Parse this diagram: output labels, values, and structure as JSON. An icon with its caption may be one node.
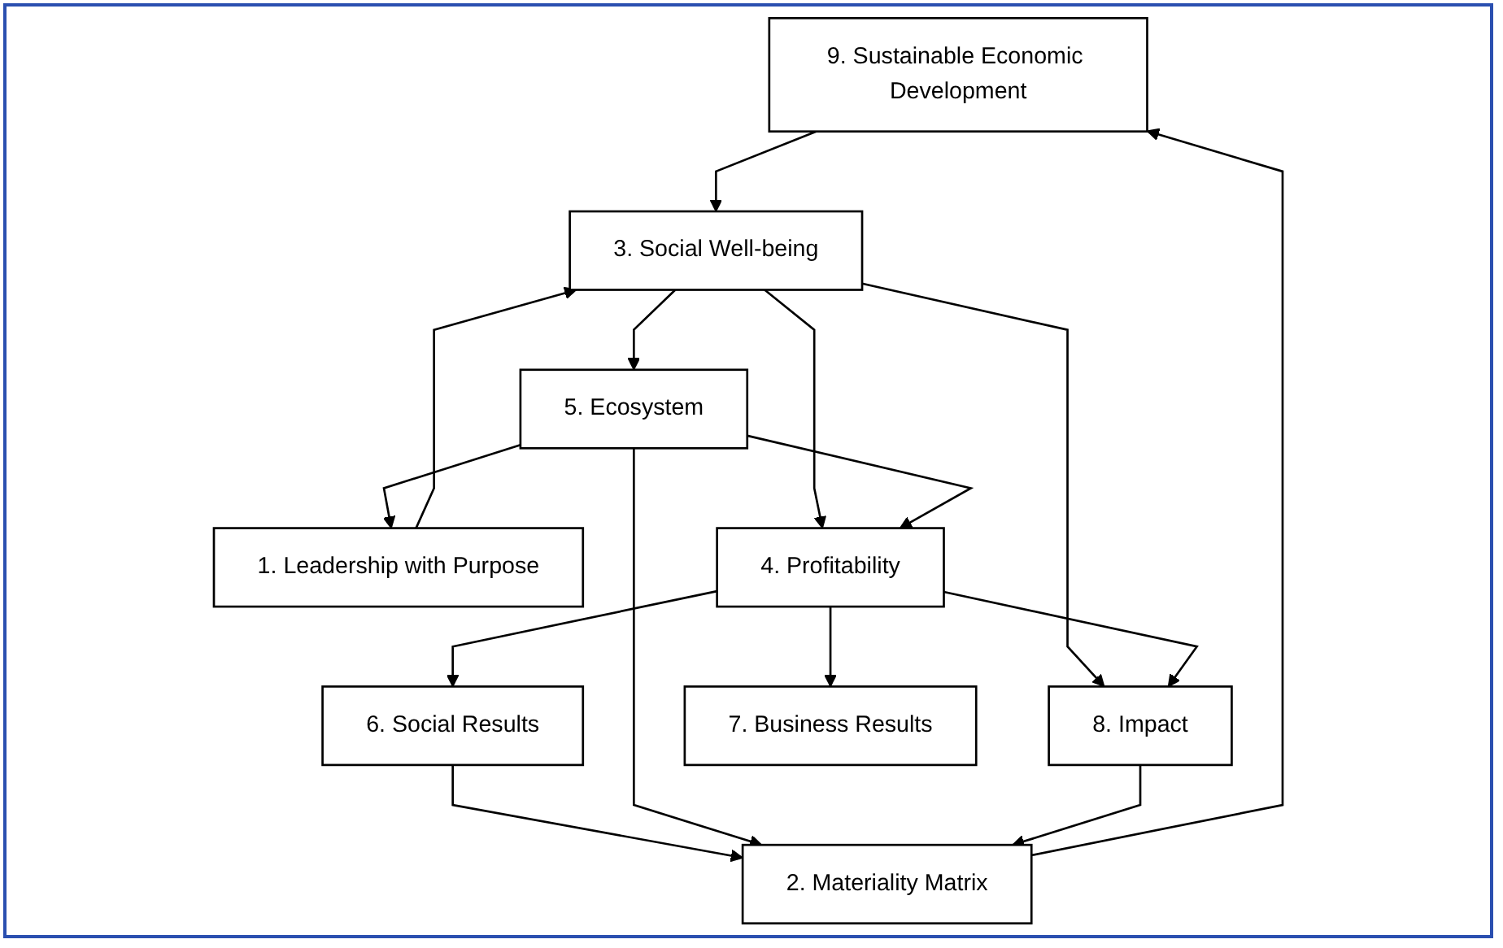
{
  "diagram": {
    "nodes": [
      {
        "text": [
          "9. Sustainable Economic Development"
        ]
      },
      {
        "text": [
          "2. Materiality Matrix"
        ]
      },
      {
        "text": [
          "6. Social Results"
        ]
      },
      {
        "text": [
          "1. Leadership with Purpose"
        ]
      },
      {
        "text": [
          "5. Ecosystem"
        ]
      },
      {
        "text": [
          "3. Social Well-being"
        ]
      },
      {
        "text": [
          "8. Impact"
        ]
      },
      {
        "text": [
          "4. Profitability"
        ]
      },
      {
        "text": [
          "7. Business Results"
        ]
      }
    ],
    "edges": [
      {
        "from": 1,
        "to": 0,
        "arrow": "to"
      },
      {
        "from": 2,
        "to": 1,
        "arrow": "to"
      },
      {
        "from": 0,
        "to": 5,
        "arrow": "to"
      },
      {
        "from": 4,
        "to": 1,
        "arrow": "to"
      },
      {
        "from": 4,
        "to": 3,
        "arrow": "to"
      },
      {
        "from": 3,
        "to": 5,
        "arrow": "to"
      },
      {
        "from": 5,
        "to": 4,
        "arrow": "to"
      },
      {
        "from": 5,
        "to": 6,
        "arrow": "to"
      },
      {
        "from": 5,
        "to": 7,
        "arrow": "to"
      },
      {
        "from": 6,
        "to": 1,
        "arrow": "to"
      },
      {
        "from": 4,
        "to": 7,
        "arrow": "to"
      },
      {
        "from": 7,
        "to": 2,
        "arrow": "to"
      },
      {
        "from": 7,
        "to": 6,
        "arrow": "to"
      },
      {
        "from": 7,
        "to": 8,
        "arrow": "to"
      }
    ]
  }
}
